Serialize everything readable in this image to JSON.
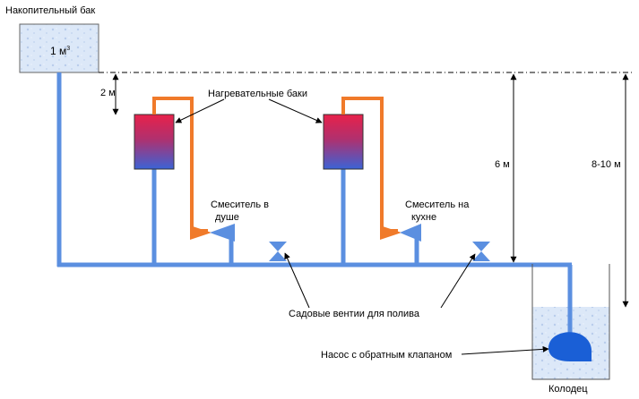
{
  "labels": {
    "storage_tank": "Накопительный бак",
    "tank_volume": "1 м",
    "tank_volume_sup": "3",
    "height_2m": "2 м",
    "height_6m": "6 м",
    "height_8_10m": "8-10 м",
    "heating_tanks": "Нагревательные баки",
    "shower_mixer_line1": "Смеситель в",
    "shower_mixer_line2": "душе",
    "kitchen_mixer_line1": "Смеситель на",
    "kitchen_mixer_line2": "кухне",
    "garden_valves": "Садовые вентии для полива",
    "pump": "Насос с обратным клапаном",
    "well": "Колодец"
  },
  "colors": {
    "cold_pipe": "#5b8fe0",
    "hot_pipe": "#f07a2a",
    "water": "#d6e4f7",
    "pump": "#1a5fd6",
    "heater_top": "#e8214a",
    "heater_bottom": "#3b63d6"
  }
}
